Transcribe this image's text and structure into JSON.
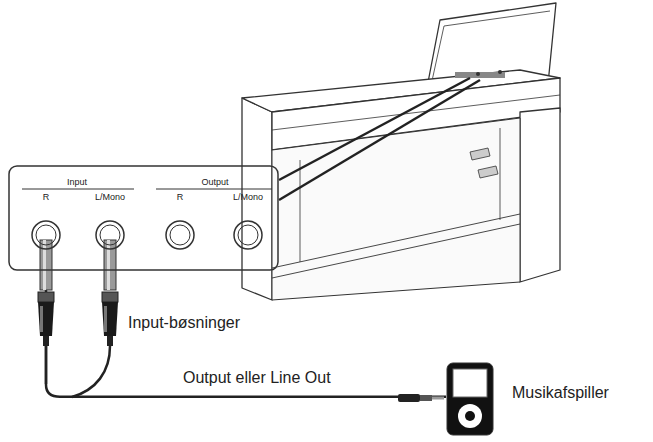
{
  "diagram": {
    "nodes": [
      {
        "text": [
          "Input",
          "R",
          "L/Mono",
          "Output",
          "R",
          "L/Mono"
        ]
      },
      {
        "text": [
          "Musikafspiller"
        ]
      }
    ],
    "edges": [
      {
        "from": 0,
        "to": 1,
        "arrow": "none",
        "label": "Output eller Line Out"
      }
    ],
    "labels": [
      "Input-bøsninger"
    ]
  }
}
